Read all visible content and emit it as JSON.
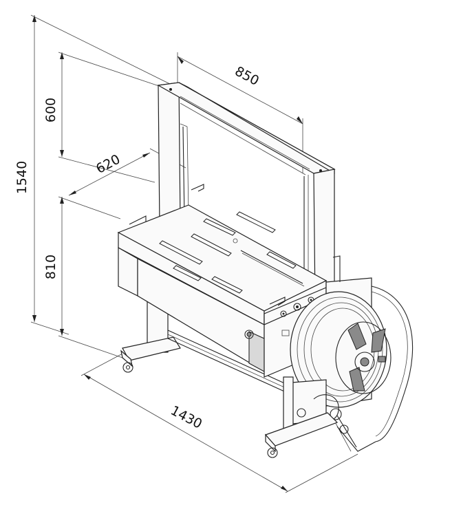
{
  "dimensions": {
    "overall_height": "1540",
    "arch_height": "600",
    "table_height": "810",
    "arch_width": "850",
    "table_depth": "620",
    "overall_length": "1430"
  },
  "colors": {
    "line": "#222222",
    "fill_light": "#fafafa",
    "fill_grey": "#d9d9d9",
    "fill_dark": "#8a8a8a"
  }
}
